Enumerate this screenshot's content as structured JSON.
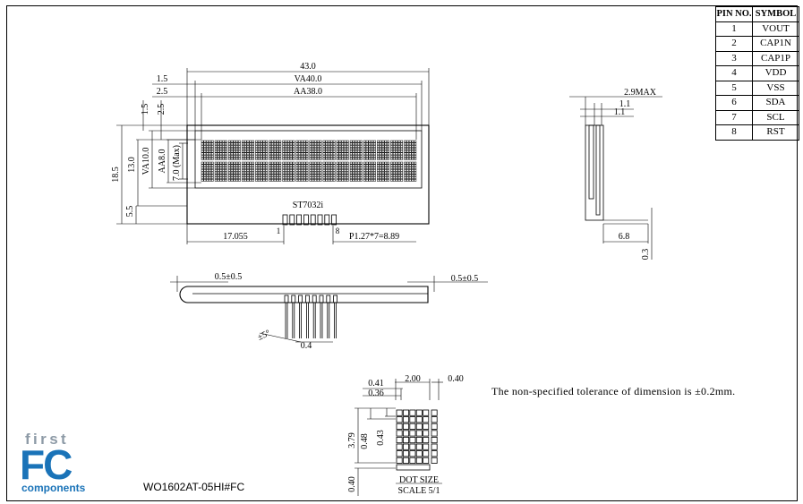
{
  "pin_table": {
    "headers": {
      "pin_no": "PIN NO.",
      "symbol": "SYMBOL"
    },
    "rows": [
      {
        "no": "1",
        "symbol": "VOUT"
      },
      {
        "no": "2",
        "symbol": "CAP1N"
      },
      {
        "no": "3",
        "symbol": "CAP1P"
      },
      {
        "no": "4",
        "symbol": "VDD"
      },
      {
        "no": "5",
        "symbol": "VSS"
      },
      {
        "no": "6",
        "symbol": "SDA"
      },
      {
        "no": "7",
        "symbol": "SCL"
      },
      {
        "no": "8",
        "symbol": "RST"
      }
    ]
  },
  "front_view": {
    "overall_width": "43.0",
    "va_width": "VA40.0",
    "aa_width": "AA38.0",
    "left_va": "1.5",
    "left_aa": "2.5",
    "top_va": "1.5",
    "top_aa": "2.5",
    "height_total": "18.5",
    "height_13": "13.0",
    "va_height": "VA10.0",
    "aa_height": "AA8.0",
    "max_height": "7.0 (Max)",
    "bottom": "5.5",
    "ic": "ST7032i",
    "pin_offset": "17.055",
    "pin1": "1",
    "pin8": "8",
    "pitch": "P1.27*7=8.89"
  },
  "side_view": {
    "max_thickness": "2.9MAX",
    "t1": "1.1",
    "t2": "1.1",
    "depth": "6.8",
    "bottom": "0.3"
  },
  "pin_view": {
    "left": "0.5±0.5",
    "right": "0.5±0.5",
    "angle": "±5°",
    "pin_w": "0.4"
  },
  "dot_view": {
    "d041": "0.41",
    "d036": "0.36",
    "d200": "2.00",
    "d040_top": "0.40",
    "d379": "3.79",
    "d048": "0.48",
    "d043": "0.43",
    "d040_left": "0.40",
    "title": "DOT SIZE",
    "scale": "SCALE 5/1"
  },
  "note": "The non-specified tolerance of dimension is ±0.2mm.",
  "logo": {
    "top": "first",
    "main": "FC",
    "bottom": "components"
  },
  "model": "WO1602AT-05HI#FC"
}
